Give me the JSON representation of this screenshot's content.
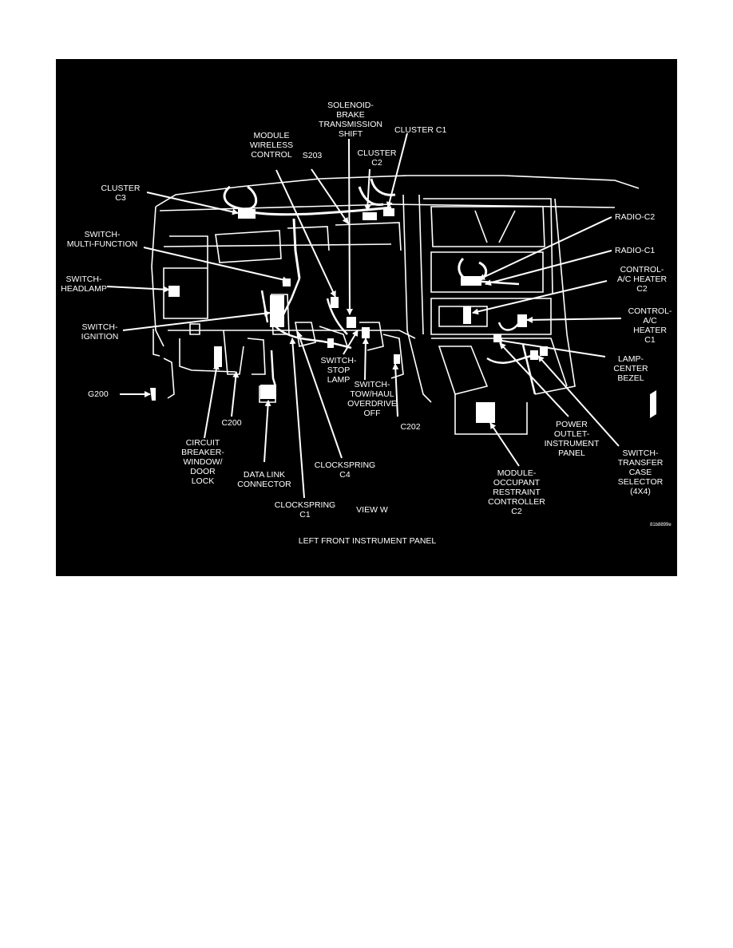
{
  "diagram": {
    "title": "LEFT FRONT INSTRUMENT PANEL",
    "view": "VIEW W",
    "figure_code": "81b8899e",
    "colors": {
      "background": "#000000",
      "linework": "#ffffff"
    },
    "labels": {
      "solenoid": "SOLENOID-\nBRAKE\nTRANSMISSION\nSHIFT",
      "cluster_c1": "CLUSTER C1",
      "module_wireless": "MODULE\nWIRELESS\nCONTROL",
      "s203": "S203",
      "cluster_c2": "CLUSTER\nC2",
      "cluster_c3": "CLUSTER\nC3",
      "radio_c2": "RADIO-C2",
      "switch_multi": "SWITCH-\nMULTI-FUNCTION",
      "radio_c1": "RADIO-C1",
      "control_ac_c2": "CONTROL-\nA/C HEATER\nC2",
      "switch_headlamp": "SWITCH-\nHEADLAMP",
      "control_ac_c1": "CONTROL-\nA/C\nHEATER\nC1",
      "switch_ignition": "SWITCH-\nIGNITION",
      "lamp_center": "LAMP-\nCENTER\nBEZEL",
      "switch_stop": "SWITCH-\nSTOP\nLAMP",
      "g200": "G200",
      "switch_tow": "SWITCH-\nTOW/HAUL\nOVERDRIVE\nOFF",
      "c202": "C202",
      "c200": "C200",
      "power_outlet": "POWER\nOUTLET-\nINSTRUMENT\nPANEL",
      "switch_transfer": "SWITCH-\nTRANSFER\nCASE\nSELECTOR\n(4X4)",
      "circuit_breaker": "CIRCUIT\nBREAKER-\nWINDOW/\nDOOR\nLOCK",
      "clockspring_c4": "CLOCKSPRING\nC4",
      "data_link": "DATA LINK\nCONNECTOR",
      "module_occupant": "MODULE-\nOCCUPANT\nRESTRAINT\nCONTROLLER\nC2",
      "clockspring_c1": "CLOCKSPRING\nC1"
    }
  }
}
